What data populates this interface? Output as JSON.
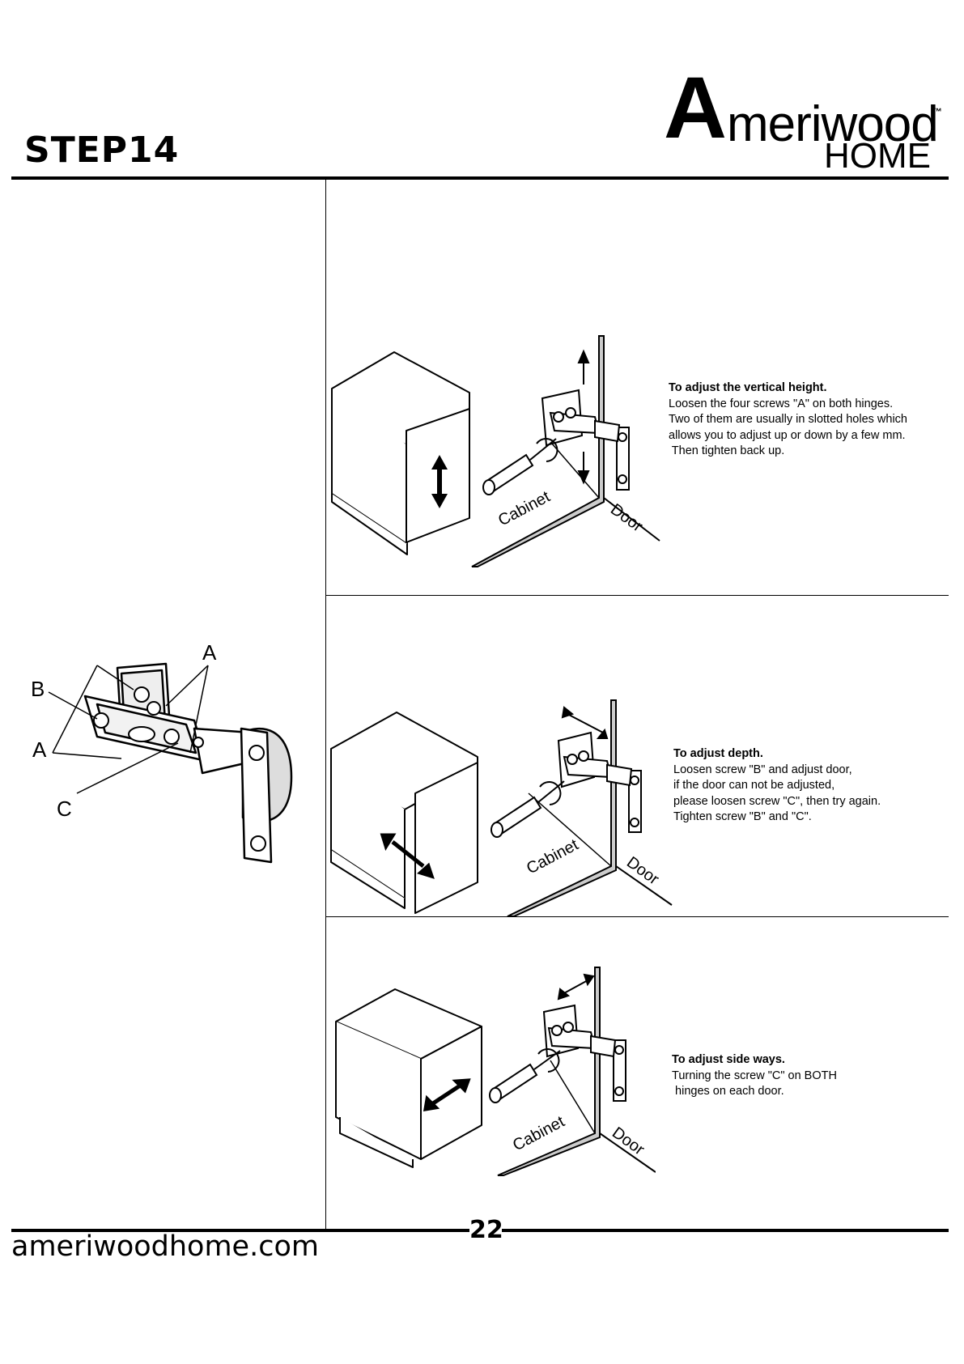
{
  "header": {
    "step_title": "STEP14",
    "logo": {
      "big_letter": "A",
      "rest": "meriwood",
      "tm": "™",
      "home": "HOME"
    }
  },
  "callouts": {
    "a_top": "A",
    "b": "B",
    "a_left": "A",
    "c": "C"
  },
  "sections": [
    {
      "title": "To adjust the vertical height.",
      "lines": [
        "Loosen the four screws \"A\" on both hinges.",
        "Two of them are usually in slotted holes which",
        "allows you to adjust up or down by a few mm.",
        " Then tighten back up."
      ],
      "cabinet_label": "Cabinet",
      "door_label": "Door"
    },
    {
      "title": "To adjust depth.",
      "lines": [
        "Loosen screw \"B\" and adjust door,",
        "if the door can not be adjusted,",
        "please loosen screw \"C\", then try again.",
        "Tighten screw \"B\" and \"C\"."
      ],
      "cabinet_label": "Cabinet",
      "door_label": "Door"
    },
    {
      "title": "To adjust side ways.",
      "lines": [
        "Turning the screw \"C\" on BOTH",
        " hinges on each door."
      ],
      "cabinet_label": "Cabinet",
      "door_label": "Door"
    }
  ],
  "footer": {
    "url": "ameriwoodhome.com",
    "page_number": "22"
  }
}
